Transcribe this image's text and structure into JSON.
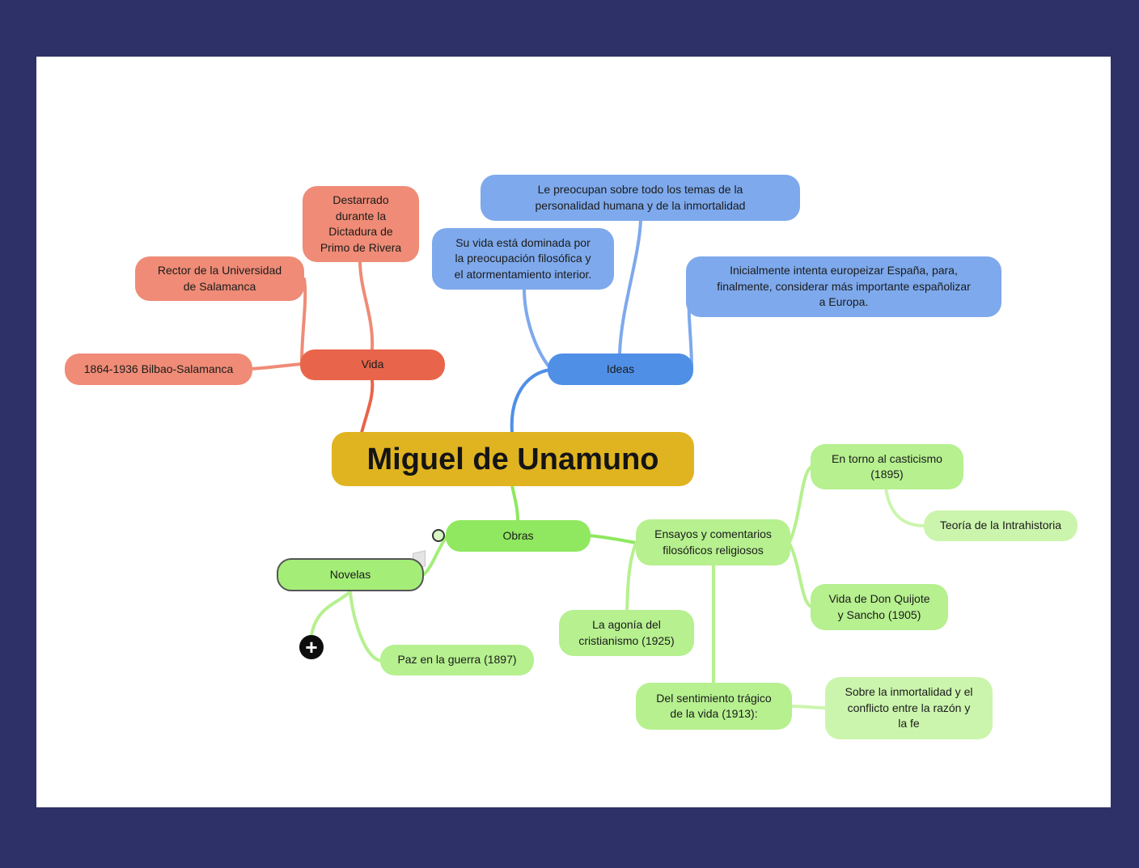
{
  "central": {
    "label": "Miguel de Unamuno"
  },
  "vida": {
    "label": "Vida",
    "items": [
      "Destarrado\ndurante la\nDictadura de\nPrimo de Rivera",
      "Rector de la Universidad\nde Salamanca",
      "1864-1936 Bilbao-Salamanca"
    ]
  },
  "ideas": {
    "label": "Ideas",
    "items": [
      "Le preocupan sobre todo los temas de la\npersonalidad humana y de la inmortalidad",
      "Su vida está dominada por\nla preocupación filosófica y\nel atormentamiento interior.",
      "Inicialmente intenta europeizar España, para,\nfinalmente, considerar más importante españolizar\na Europa."
    ]
  },
  "obras": {
    "label": "Obras",
    "novelas": {
      "label": "Novelas",
      "items": [
        "Paz en la guerra (1897)"
      ]
    },
    "ensayos": {
      "label": "Ensayos y comentarios\nfilosóficos religiosos",
      "casticismo": "En torno al casticismo\n(1895)",
      "intrahistoria": "Teoría de la Intrahistoria",
      "quijote": "Vida de Don Quijote\ny Sancho (1905)",
      "agonia": "La agonía del\ncristianismo (1925)",
      "sentimiento": "Del sentimiento trágico\nde la vida (1913):",
      "inmortalidad": "Sobre la inmortalidad y el\nconflicto entre la razón y\nla fe"
    }
  },
  "colors": {
    "background": "#2e3168",
    "central": "#e0b420",
    "vida": "#e8654b",
    "ideas": "#4f8fe6",
    "obras": "#8fe85f"
  },
  "icons": {
    "expand": "plus-circle-icon",
    "handle": "ring-handle-icon",
    "note": "note-icon"
  }
}
